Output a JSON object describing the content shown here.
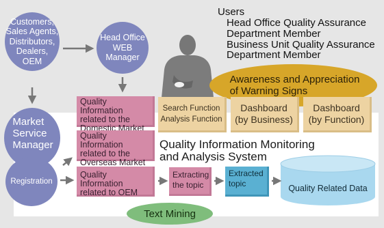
{
  "users": {
    "heading": "Users",
    "lines": [
      "Head Office Quality Assurance",
      "Department Member",
      "Business Unit Quality Assurance",
      "Department Member"
    ]
  },
  "awareness": "Awareness and Appreciation\nof Warning Signs",
  "circles": {
    "customers": "Customers,\nSales Agents,\nDistributors,\nDealers,\nOEM",
    "head_office": "Head Office\nWEB\nManager",
    "market": "Market\nService\nManager",
    "registration": "Registration"
  },
  "quality_info": {
    "domestic": "Quality Information\nrelated to the\nDomestic Market",
    "overseas": "Quality Information\nrelated to the\nOverseas Market",
    "oem": "Quality Information\nrelated to OEM"
  },
  "functions": {
    "search": "Search Function\nAnalysis Function",
    "dash_business": "Dashboard\n(by Business)",
    "dash_function": "Dashboard\n(by Function)"
  },
  "system_title": "Quality Information Monitoring\nand Analysis System",
  "extracting": "Extracting\nthe topic",
  "extracted": "Extracted\ntopic",
  "database": "Quality Related Data",
  "text_mining": "Text Mining"
}
